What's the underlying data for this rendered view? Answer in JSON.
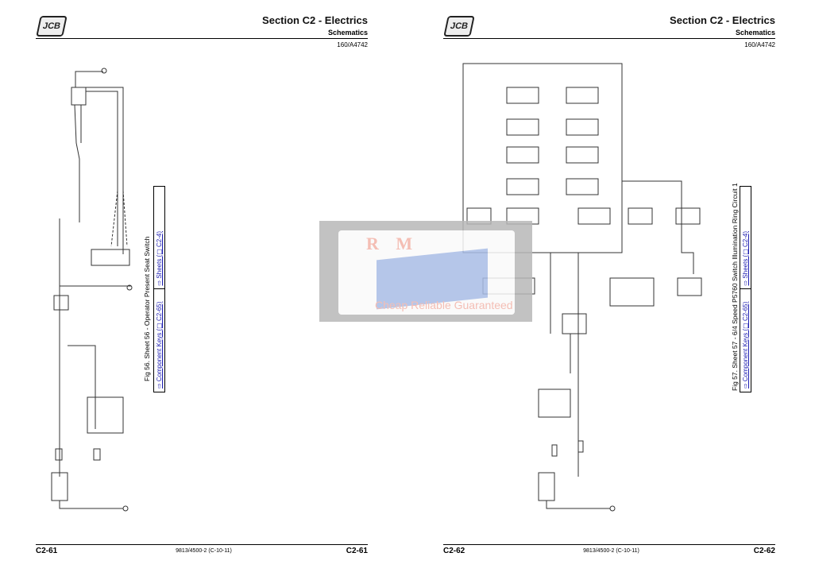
{
  "left_page": {
    "logo": "JCB",
    "section_title": "Section C2 - Electrics",
    "subtitle": "Schematics",
    "doc_code": "160/A4742",
    "figure_caption": "Fig 56. Sheet 56 - Operator Present Seat Switch",
    "links": [
      "⇨ Component Keys (▢ C2-65)",
      "⇨ Sheets (▢ C2-4)"
    ],
    "page_number": "C2-61",
    "footer_ref": "9813/4500-2 (C-10-11)"
  },
  "right_page": {
    "logo": "JCB",
    "section_title": "Section C2 - Electrics",
    "subtitle": "Schematics",
    "doc_code": "160/A4742",
    "figure_caption": "Fig 57. Sheet 57 - 6/4 Speed P5760 Switch Illumination Ring Circuit 1",
    "links": [
      "⇨ Component Keys (▢ C2-65)",
      "⇨ Sheets (▢ C2-4)"
    ],
    "page_number": "C2-62",
    "footer_ref": "9813/4500-2 (C-10-11)"
  },
  "watermark": {
    "brand": "R M",
    "tagline": "Cheap Reliable Guaranteed"
  }
}
